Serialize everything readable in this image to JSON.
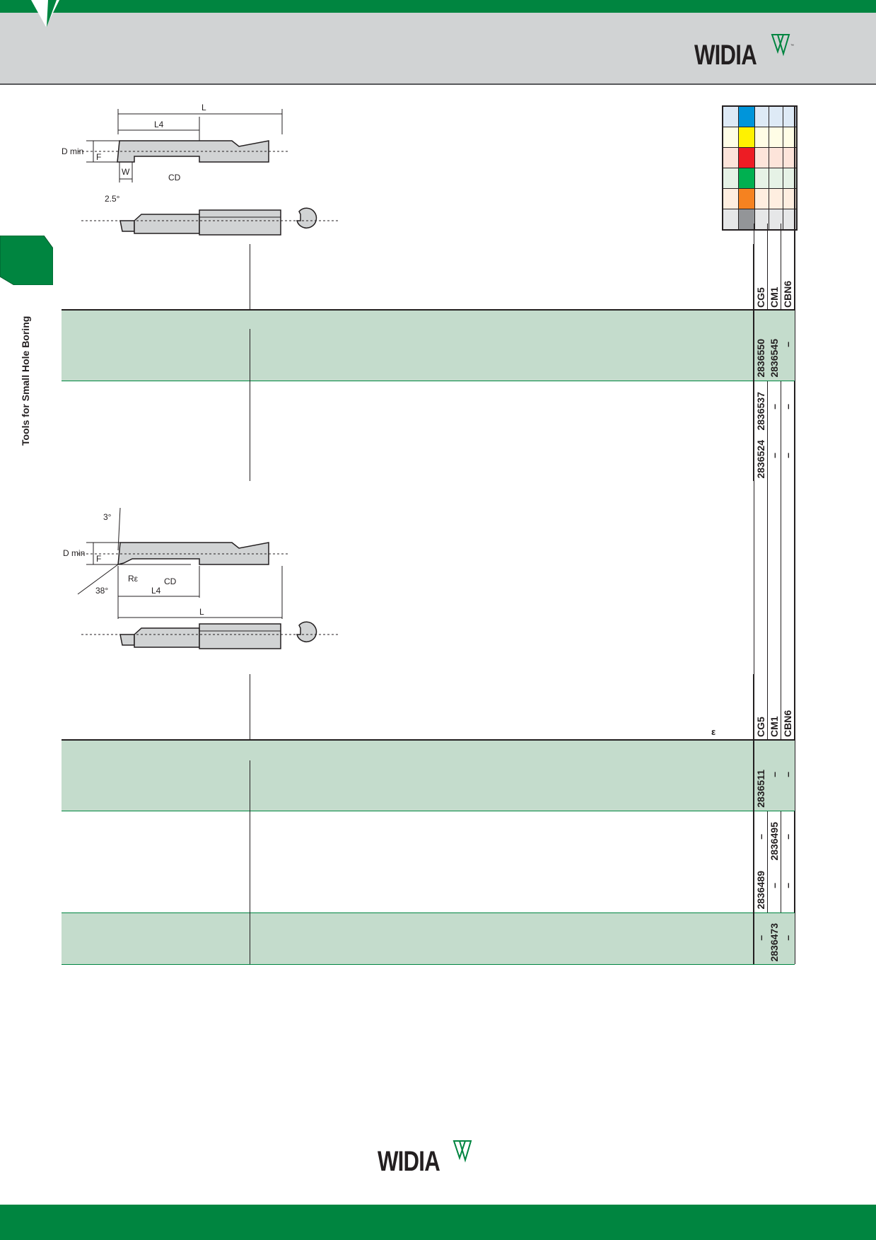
{
  "brand": {
    "logo_text": "WIDIA",
    "tm": "™",
    "green": "#008540",
    "header_gray": "#d1d3d4"
  },
  "side_tab": {
    "label": "Tools for Small Hole Boring"
  },
  "material_groups": {
    "colors": [
      "#0095da",
      "#fff200",
      "#ed1c24",
      "#00b050",
      "#f58220",
      "#939598"
    ],
    "tints": [
      "#deeaf6",
      "#fffde6",
      "#fde4da",
      "#e6f2e6",
      "#feeee0",
      "#e6e7e8"
    ]
  },
  "diagram1": {
    "L": "L",
    "L4": "L4",
    "Dmin": "D min",
    "F": "F",
    "W": "W",
    "CD": "CD",
    "angle": "2.5°"
  },
  "diagram2": {
    "angle_top": "3°",
    "Dmin": "D min",
    "F": "F",
    "Re": "Rε",
    "CD": "CD",
    "angle_bottom": "38°",
    "L4": "L4",
    "L": "L"
  },
  "tables": [
    {
      "grades": [
        "CG5",
        "CM1",
        "CBN6"
      ],
      "symbol": "",
      "rows": [
        {
          "values": [
            "2836550",
            "2836545",
            "–"
          ]
        },
        {
          "values": [
            "2836537",
            "–",
            "–"
          ]
        },
        {
          "values": [
            "2836524",
            "–",
            "–"
          ]
        }
      ]
    },
    {
      "grades": [
        "CG5",
        "CM1",
        "CBN6"
      ],
      "symbol": "ε",
      "rows": [
        {
          "values": [
            "2836511",
            "–",
            "–"
          ]
        },
        {
          "values": [
            "–",
            "2836495",
            "–"
          ]
        },
        {
          "values": [
            "2836489",
            "–",
            "–"
          ]
        },
        {
          "values": [
            "–",
            "2836473",
            "–"
          ]
        }
      ]
    }
  ]
}
